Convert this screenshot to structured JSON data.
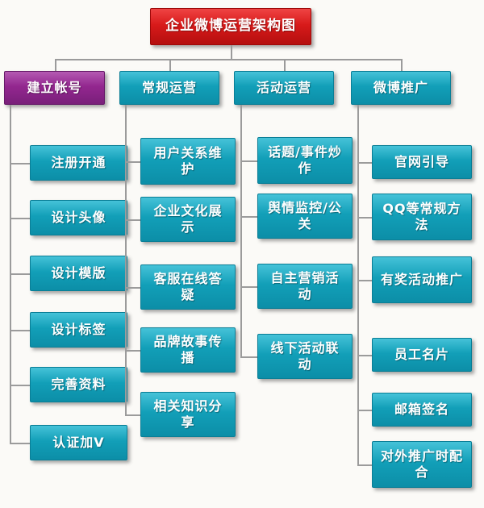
{
  "title": "企业微博运营架构图",
  "colors": {
    "title_bg": "#d81a1a",
    "branch_purple": "#93278f",
    "branch_teal": "#129fb8",
    "connector_line": "#9b9b9b",
    "background": "#fbfaf7",
    "text": "#ffffff"
  },
  "branches": [
    {
      "label": "建立帐号",
      "color": "purple",
      "children": [
        "注册开通",
        "设计头像",
        "设计模版",
        "设计标签",
        "完善资料",
        "认证加V"
      ]
    },
    {
      "label": "常规运营",
      "color": "teal",
      "children": [
        "用户关系维护",
        "企业文化展示",
        "客服在线答疑",
        "品牌故事传播",
        "相关知识分享"
      ]
    },
    {
      "label": "活动运营",
      "color": "teal",
      "children": [
        "话题/事件炒作",
        "舆情监控/公关",
        "自主营销活动",
        "线下活动联动"
      ]
    },
    {
      "label": "微博推广",
      "color": "teal",
      "children": [
        "官网引导",
        "QQ等常规方法",
        "有奖活动推广",
        "员工名片",
        "邮箱签名",
        "对外推广时配合"
      ]
    }
  ]
}
